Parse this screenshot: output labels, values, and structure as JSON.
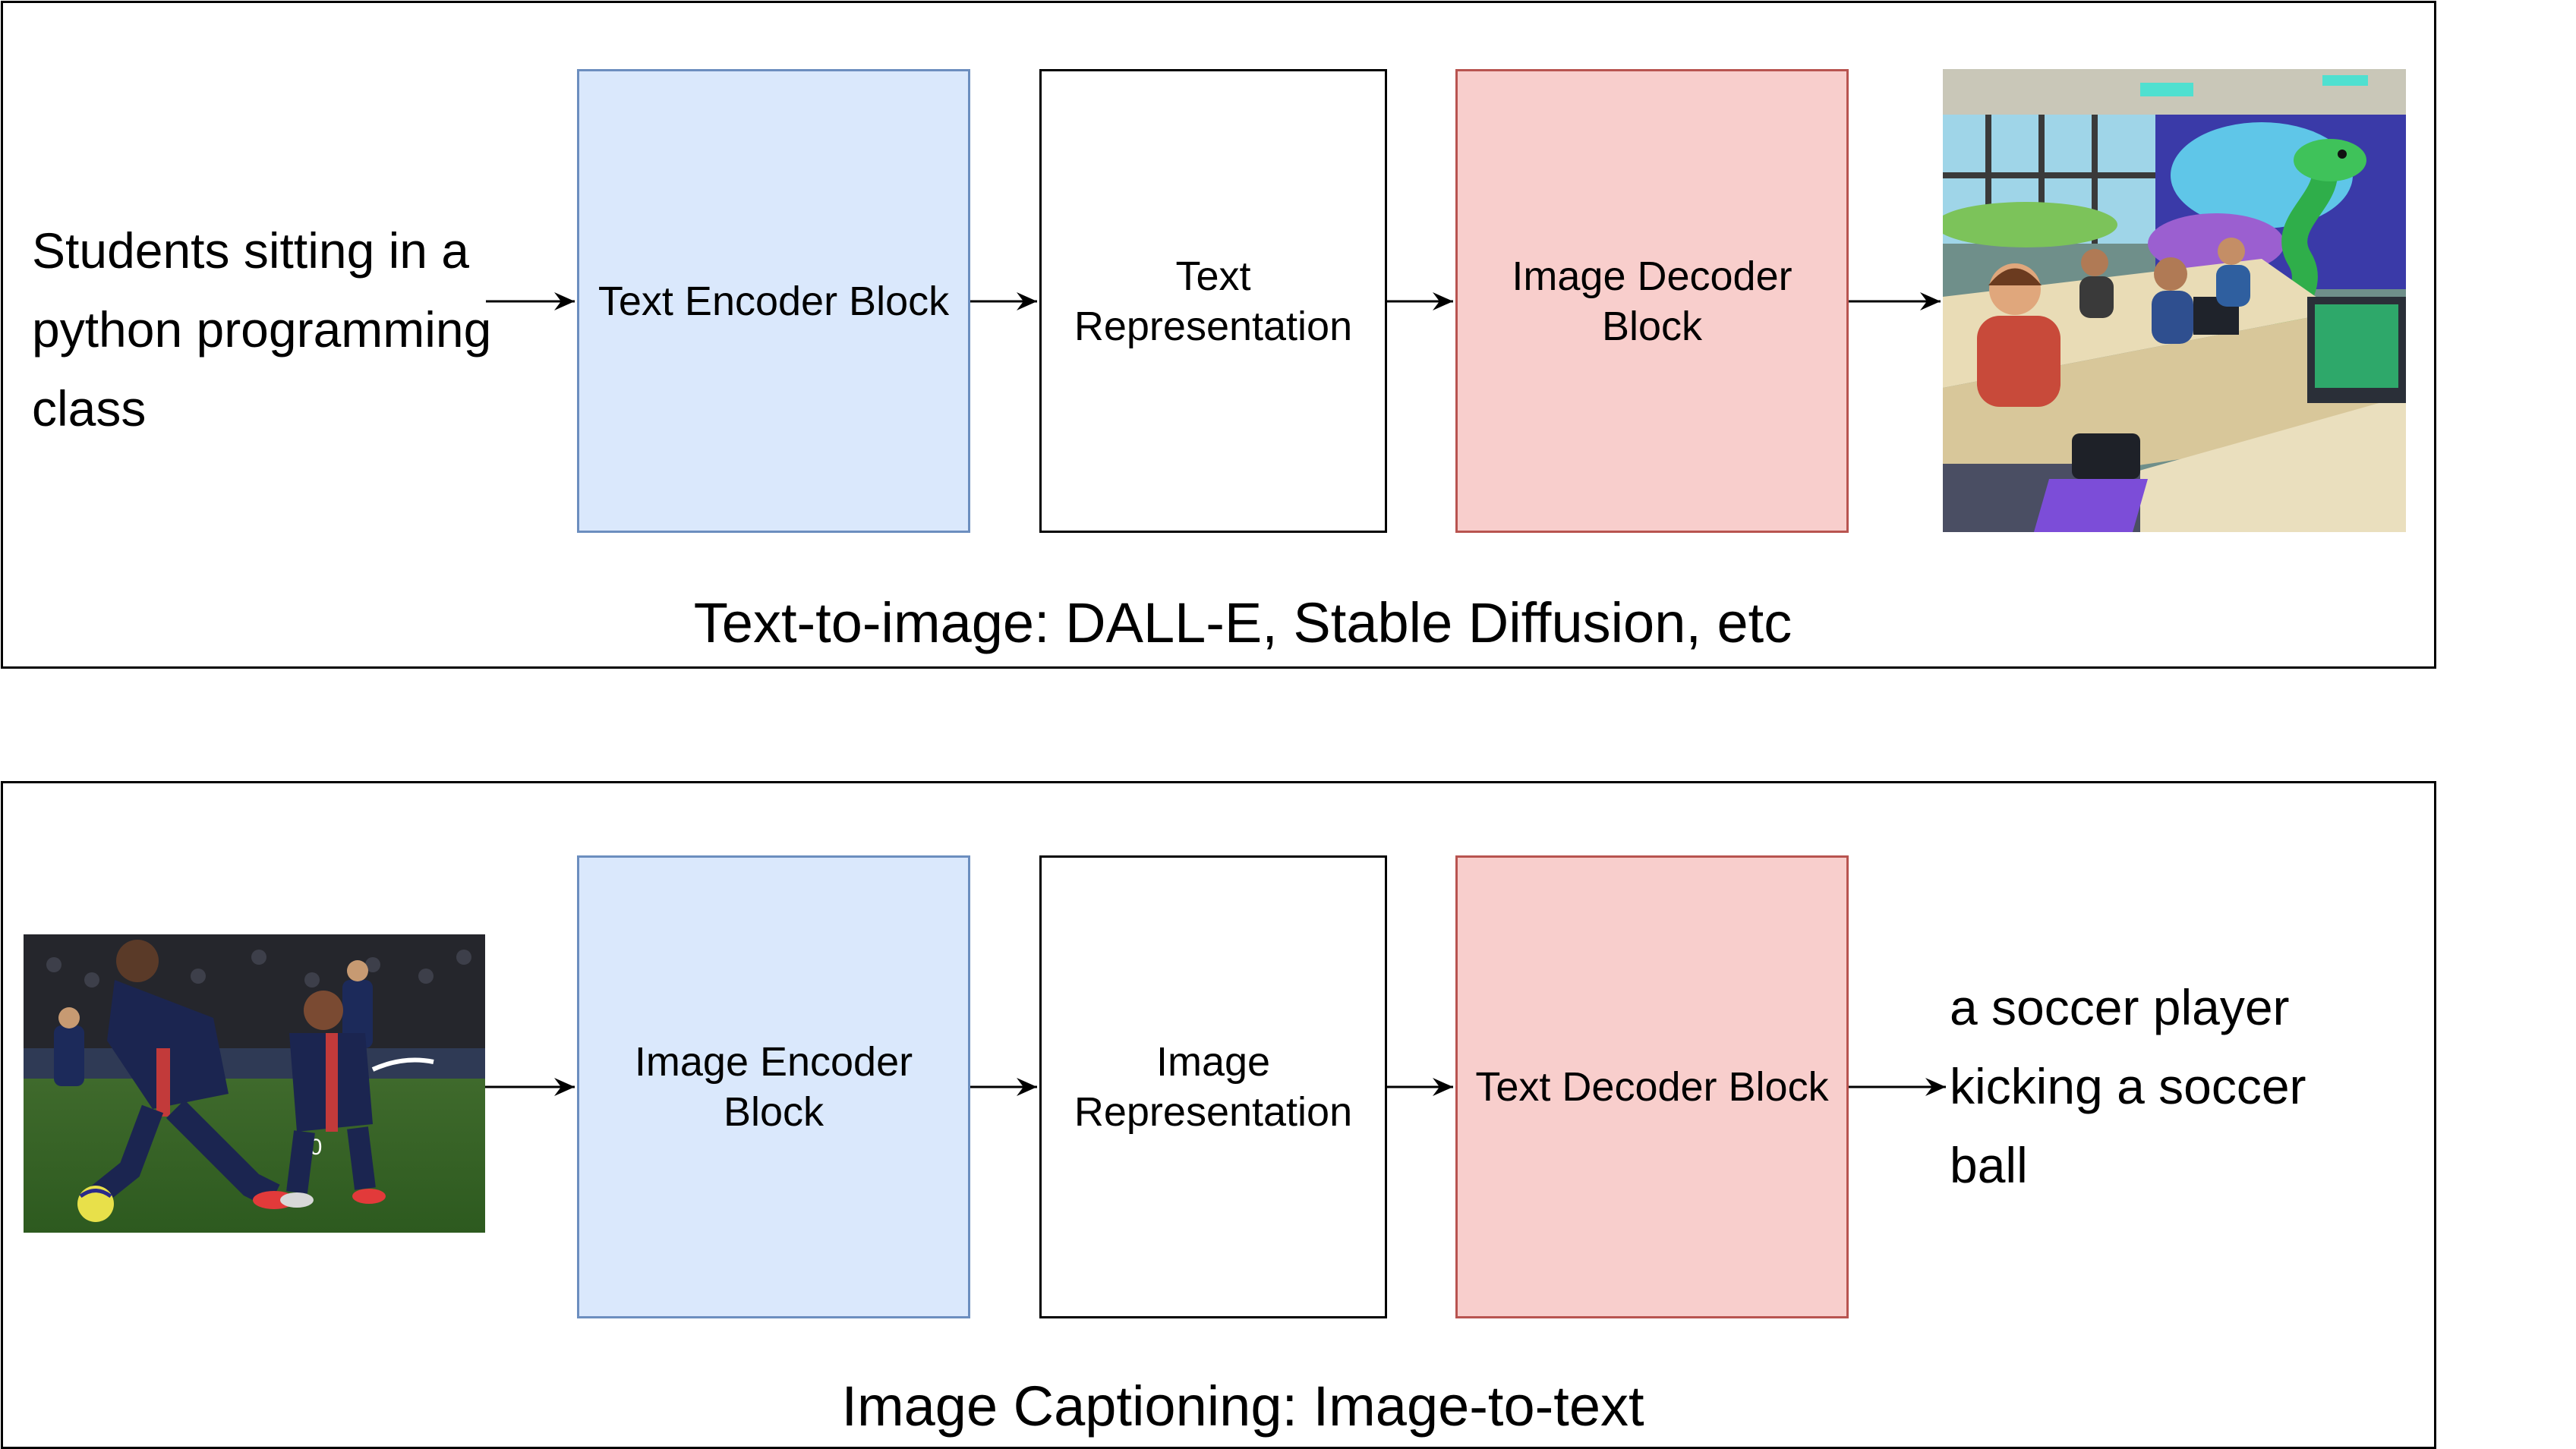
{
  "top_panel": {
    "input_text": "Students sitting in a python programming class",
    "encoder_label": "Text Encoder Block",
    "representation_label": "Text Representation",
    "decoder_label": "Image Decoder Block",
    "caption": "Text-to-image: DALL-E, Stable Diffusion, etc",
    "output_image": "generated-classroom-image"
  },
  "bottom_panel": {
    "input_image": "soccer-players-photo",
    "encoder_label": "Image Encoder Block",
    "representation_label": "Image Representation",
    "decoder_label": "Text Decoder Block",
    "output_text": "a soccer player kicking a soccer ball",
    "caption": "Image Captioning: Image-to-text"
  },
  "colors": {
    "encoder_fill": "#dae8fc",
    "encoder_stroke": "#6c8ebf",
    "decoder_fill": "#f8cecc",
    "decoder_stroke": "#b85450"
  }
}
